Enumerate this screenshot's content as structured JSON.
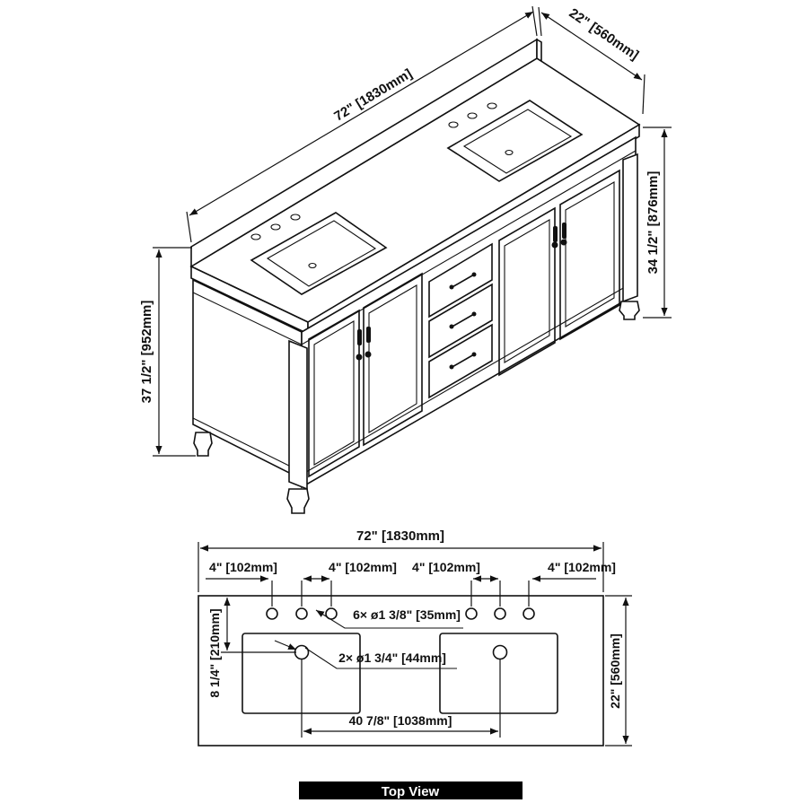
{
  "iso": {
    "width_dim": "72\" [1830mm]",
    "depth_dim": "22\" [560mm]",
    "body_height_dim": "34 1/2\" [876mm]",
    "total_height_dim": "37 1/2\" [952mm]"
  },
  "top_view": {
    "width_dim": "72\" [1830mm]",
    "edge_left_dim": "4\" [102mm]",
    "spacing_left_dim": "4\" [102mm]",
    "spacing_right_dim": "4\" [102mm]",
    "edge_right_dim": "4\" [102mm]",
    "faucet_holes_note": "6× ø1 3/8\" [35mm]",
    "drain_holes_note": "2× ø1 3/4\" [44mm]",
    "depth_dim": "22\" [560mm]",
    "sink_offset_dim": "8 1/4\" [210mm]",
    "sink_center_dim": "40 7/8\" [1038mm]",
    "title": "Top View"
  }
}
